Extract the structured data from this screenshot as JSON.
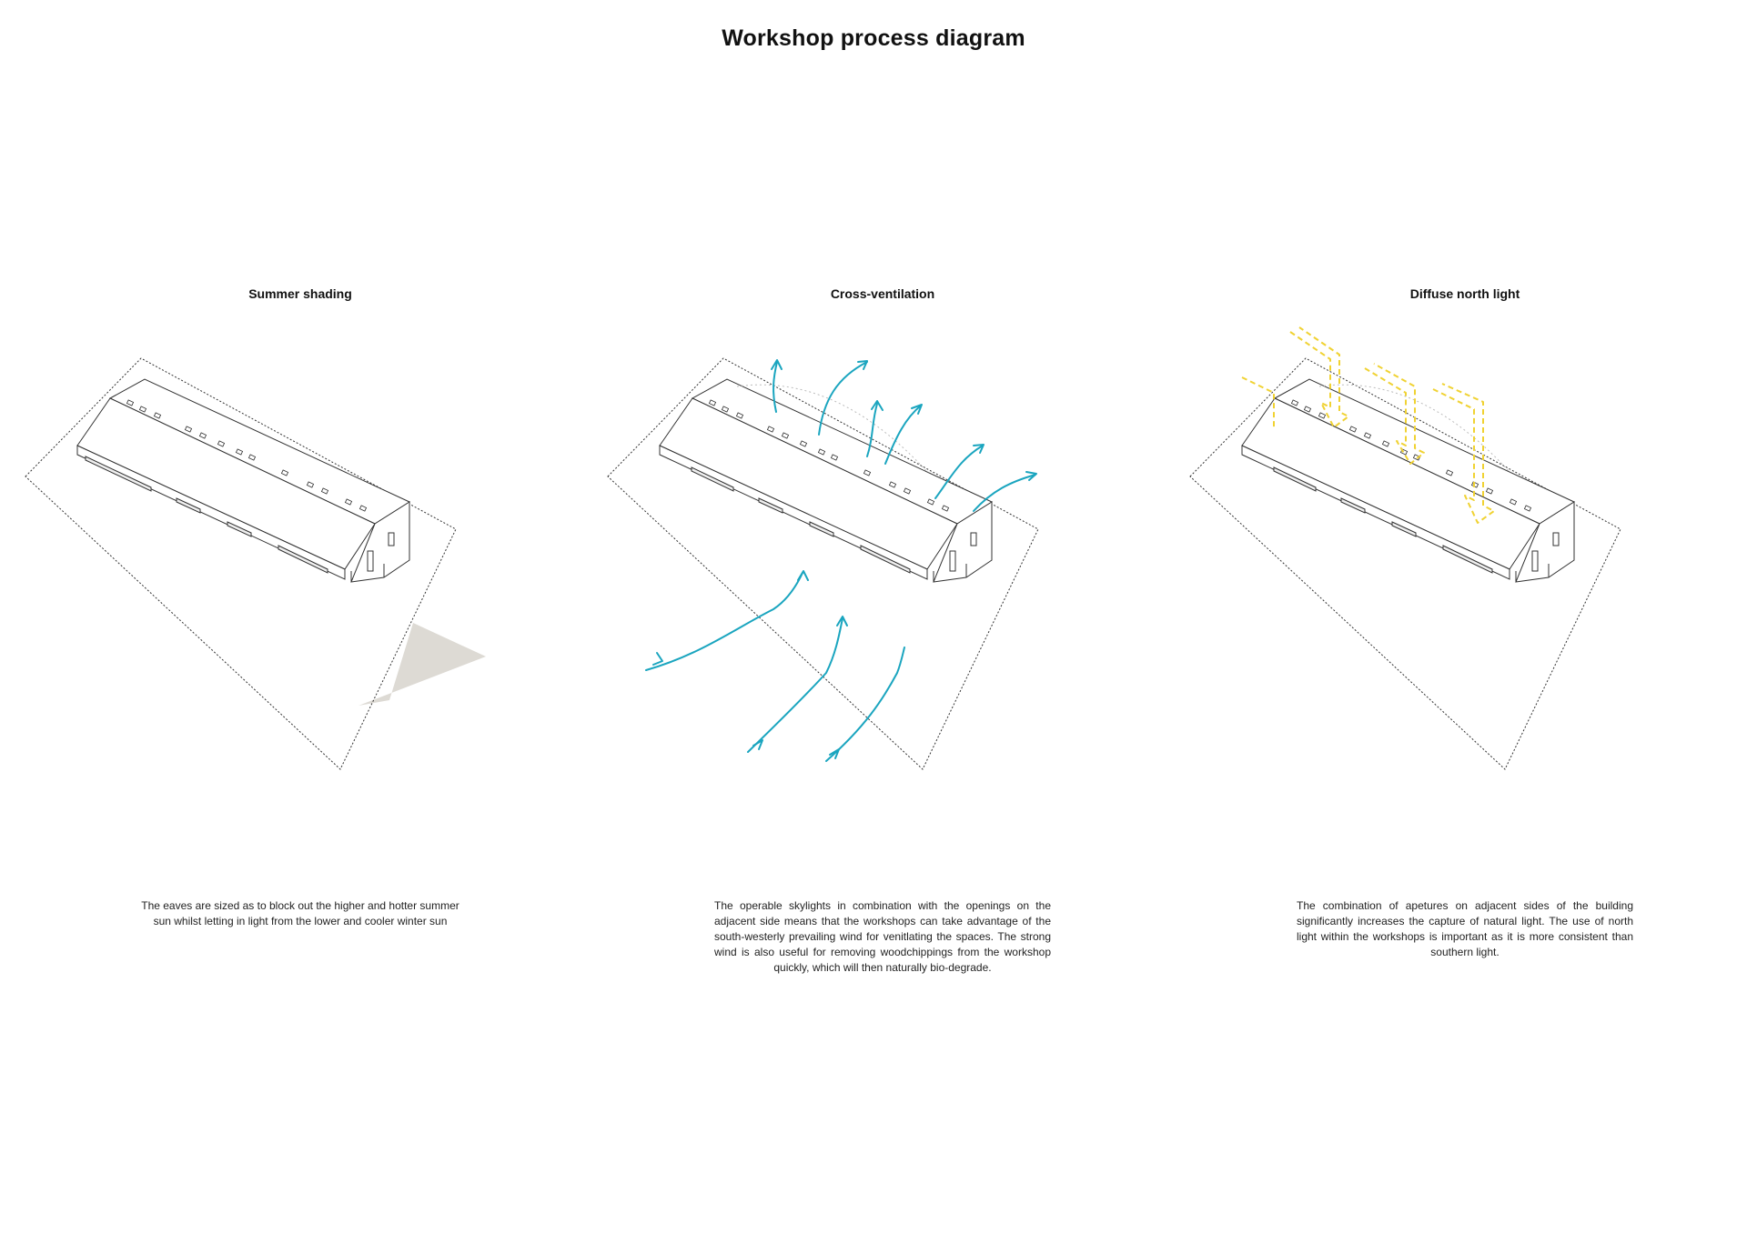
{
  "title": "Workshop process diagram",
  "colors": {
    "linework": "#333333",
    "shadow_fill": "#dddad4",
    "wind_arrows": "#1aa5bf",
    "light_arrows": "#f0d232",
    "background": "#ffffff"
  },
  "panels": [
    {
      "title": "Summer shading",
      "caption": "The eaves are sized as to block out the higher and hotter summer sun whilst letting in light from the lower and cooler winter sun",
      "annotation": "shadow"
    },
    {
      "title": "Cross-ventilation",
      "caption": "The operable skylights in combination with the openings on the adjacent side means that the workshops can take advantage of the south-westerly prevailing wind for venitlating the spaces. The strong wind is also useful for removing woodchippings from the workshop quickly, which will then naturally bio-degrade.",
      "annotation": "wind-arrows"
    },
    {
      "title": "Diffuse north light",
      "caption": "The combination of apetures on adjacent sides of the building significantly increases the capture of natural light. The use of north light within the workshops is important as it is more consistent than southern light.",
      "annotation": "light-arrows"
    }
  ]
}
